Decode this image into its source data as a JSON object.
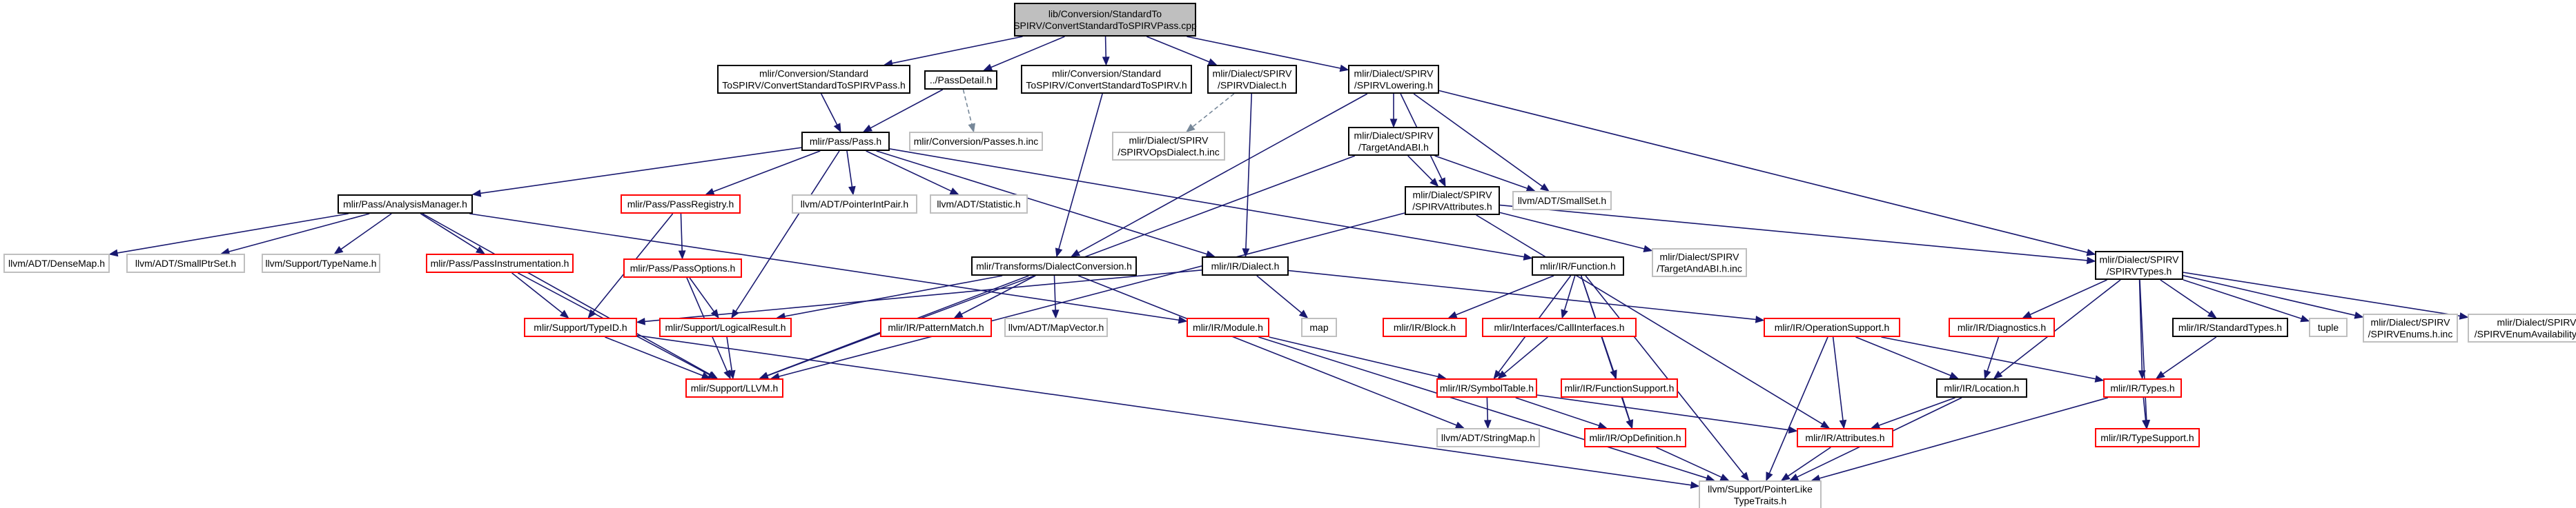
{
  "colors": {
    "root_fill": "#bfbfbf",
    "default_fill": "#ffffff",
    "text": "#000000",
    "border_plain": "#000000",
    "border_missing": "#bfbfbf",
    "border_red": "#ff0000",
    "edge": "#191970",
    "edge_dashed": "#778899"
  },
  "nodes": [
    {
      "id": "root",
      "lines": [
        "lib/Conversion/StandardTo",
        "SPIRV/ConvertStandardToSPIRVPass.cpp"
      ],
      "style": "root"
    },
    {
      "id": "cstspirvpass",
      "lines": [
        "mlir/Conversion/Standard",
        "ToSPIRV/ConvertStandardToSPIRVPass.h"
      ],
      "style": "plain"
    },
    {
      "id": "passdetail",
      "lines": [
        "../PassDetail.h"
      ],
      "style": "plain"
    },
    {
      "id": "cstspirv",
      "lines": [
        "mlir/Conversion/Standard",
        "ToSPIRV/ConvertStandardToSPIRV.h"
      ],
      "style": "plain"
    },
    {
      "id": "spirvdialect",
      "lines": [
        "mlir/Dialect/SPIRV",
        "/SPIRVDialect.h"
      ],
      "style": "plain"
    },
    {
      "id": "spirvlowering",
      "lines": [
        "mlir/Dialect/SPIRV",
        "/SPIRVLowering.h"
      ],
      "style": "plain"
    },
    {
      "id": "pass",
      "lines": [
        "mlir/Pass/Pass.h"
      ],
      "style": "plain"
    },
    {
      "id": "passes_inc",
      "lines": [
        "mlir/Conversion/Passes.h.inc"
      ],
      "style": "missing"
    },
    {
      "id": "spirvops_inc",
      "lines": [
        "mlir/Dialect/SPIRV",
        "/SPIRVOpsDialect.h.inc"
      ],
      "style": "missing"
    },
    {
      "id": "targetandabi",
      "lines": [
        "mlir/Dialect/SPIRV",
        "/TargetAndABI.h"
      ],
      "style": "plain"
    },
    {
      "id": "analysismgr",
      "lines": [
        "mlir/Pass/AnalysisManager.h"
      ],
      "style": "plain"
    },
    {
      "id": "passregistry",
      "lines": [
        "mlir/Pass/PassRegistry.h"
      ],
      "style": "red"
    },
    {
      "id": "pointerintpair",
      "lines": [
        "llvm/ADT/PointerIntPair.h"
      ],
      "style": "missing"
    },
    {
      "id": "statistic",
      "lines": [
        "llvm/ADT/Statistic.h"
      ],
      "style": "missing"
    },
    {
      "id": "spirvattributes",
      "lines": [
        "mlir/Dialect/SPIRV",
        "/SPIRVAttributes.h"
      ],
      "style": "plain"
    },
    {
      "id": "smallset",
      "lines": [
        "llvm/ADT/SmallSet.h"
      ],
      "style": "missing"
    },
    {
      "id": "targetandabi_inc",
      "lines": [
        "mlir/Dialect/SPIRV",
        "/TargetAndABI.h.inc"
      ],
      "style": "missing"
    },
    {
      "id": "spirvtypes",
      "lines": [
        "mlir/Dialect/SPIRV",
        "/SPIRVTypes.h"
      ],
      "style": "plain"
    },
    {
      "id": "densemap",
      "lines": [
        "llvm/ADT/DenseMap.h"
      ],
      "style": "missing"
    },
    {
      "id": "smallptrset",
      "lines": [
        "llvm/ADT/SmallPtrSet.h"
      ],
      "style": "missing"
    },
    {
      "id": "typename",
      "lines": [
        "llvm/Support/TypeName.h"
      ],
      "style": "missing"
    },
    {
      "id": "passinstr",
      "lines": [
        "mlir/Pass/PassInstrumentation.h"
      ],
      "style": "red"
    },
    {
      "id": "passoptions",
      "lines": [
        "mlir/Pass/PassOptions.h"
      ],
      "style": "red"
    },
    {
      "id": "dialectconv",
      "lines": [
        "mlir/Transforms/DialectConversion.h"
      ],
      "style": "plain"
    },
    {
      "id": "irdialect",
      "lines": [
        "mlir/IR/Dialect.h"
      ],
      "style": "plain"
    },
    {
      "id": "function",
      "lines": [
        "mlir/IR/Function.h"
      ],
      "style": "plain"
    },
    {
      "id": "typeid",
      "lines": [
        "mlir/Support/TypeID.h"
      ],
      "style": "red"
    },
    {
      "id": "logicalresult",
      "lines": [
        "mlir/Support/LogicalResult.h"
      ],
      "style": "red"
    },
    {
      "id": "patternmatch",
      "lines": [
        "mlir/IR/PatternMatch.h"
      ],
      "style": "red"
    },
    {
      "id": "mapvector",
      "lines": [
        "llvm/ADT/MapVector.h"
      ],
      "style": "missing"
    },
    {
      "id": "module",
      "lines": [
        "mlir/IR/Module.h"
      ],
      "style": "red"
    },
    {
      "id": "map",
      "lines": [
        "map"
      ],
      "style": "missing"
    },
    {
      "id": "block",
      "lines": [
        "mlir/IR/Block.h"
      ],
      "style": "red"
    },
    {
      "id": "callinterfaces",
      "lines": [
        "mlir/Interfaces/CallInterfaces.h"
      ],
      "style": "red"
    },
    {
      "id": "opsupport",
      "lines": [
        "mlir/IR/OperationSupport.h"
      ],
      "style": "red"
    },
    {
      "id": "diagnostics",
      "lines": [
        "mlir/IR/Diagnostics.h"
      ],
      "style": "red"
    },
    {
      "id": "standardtypes",
      "lines": [
        "mlir/IR/StandardTypes.h"
      ],
      "style": "plain"
    },
    {
      "id": "tuple",
      "lines": [
        "tuple"
      ],
      "style": "missing"
    },
    {
      "id": "spirvenums_inc",
      "lines": [
        "mlir/Dialect/SPIRV",
        "/SPIRVEnums.h.inc"
      ],
      "style": "missing"
    },
    {
      "id": "spirvenumavail_inc",
      "lines": [
        "mlir/Dialect/SPIRV",
        "/SPIRVEnumAvailability.h.inc"
      ],
      "style": "missing"
    },
    {
      "id": "llvmh",
      "lines": [
        "mlir/Support/LLVM.h"
      ],
      "style": "red"
    },
    {
      "id": "symboltable",
      "lines": [
        "mlir/IR/SymbolTable.h"
      ],
      "style": "red"
    },
    {
      "id": "functionsupport",
      "lines": [
        "mlir/IR/FunctionSupport.h"
      ],
      "style": "red"
    },
    {
      "id": "location",
      "lines": [
        "mlir/IR/Location.h"
      ],
      "style": "plain"
    },
    {
      "id": "irtypes",
      "lines": [
        "mlir/IR/Types.h"
      ],
      "style": "red"
    },
    {
      "id": "stringmap",
      "lines": [
        "llvm/ADT/StringMap.h"
      ],
      "style": "missing"
    },
    {
      "id": "opdefinition",
      "lines": [
        "mlir/IR/OpDefinition.h"
      ],
      "style": "red"
    },
    {
      "id": "attributes",
      "lines": [
        "mlir/IR/Attributes.h"
      ],
      "style": "red"
    },
    {
      "id": "typesupport",
      "lines": [
        "mlir/IR/TypeSupport.h"
      ],
      "style": "red"
    },
    {
      "id": "pointerlike",
      "lines": [
        "llvm/Support/PointerLike",
        "TypeTraits.h"
      ],
      "style": "missing"
    }
  ],
  "edges": [
    [
      "root",
      "cstspirvpass"
    ],
    [
      "root",
      "passdetail"
    ],
    [
      "root",
      "cstspirv"
    ],
    [
      "root",
      "spirvdialect"
    ],
    [
      "root",
      "spirvlowering"
    ],
    [
      "cstspirvpass",
      "pass"
    ],
    [
      "passdetail",
      "pass"
    ],
    [
      "passdetail",
      "passes_inc"
    ],
    [
      "cstspirv",
      "dialectconv"
    ],
    [
      "spirvdialect",
      "spirvops_inc"
    ],
    [
      "spirvdialect",
      "irdialect"
    ],
    [
      "spirvlowering",
      "dialectconv"
    ],
    [
      "spirvlowering",
      "targetandabi"
    ],
    [
      "spirvlowering",
      "spirvattributes"
    ],
    [
      "spirvlowering",
      "smallset"
    ],
    [
      "spirvlowering",
      "spirvtypes"
    ],
    [
      "pass",
      "analysismgr"
    ],
    [
      "pass",
      "passregistry"
    ],
    [
      "pass",
      "pointerintpair"
    ],
    [
      "pass",
      "statistic"
    ],
    [
      "pass",
      "irdialect"
    ],
    [
      "pass",
      "function"
    ],
    [
      "pass",
      "logicalresult"
    ],
    [
      "targetandabi",
      "spirvattributes"
    ],
    [
      "targetandabi",
      "smallset"
    ],
    [
      "targetandabi",
      "llvmh"
    ],
    [
      "spirvattributes",
      "targetandabi_inc"
    ],
    [
      "spirvattributes",
      "spirvtypes"
    ],
    [
      "spirvattributes",
      "attributes"
    ],
    [
      "spirvattributes",
      "llvmh"
    ],
    [
      "analysismgr",
      "densemap"
    ],
    [
      "analysismgr",
      "smallptrset"
    ],
    [
      "analysismgr",
      "typename"
    ],
    [
      "analysismgr",
      "passinstr"
    ],
    [
      "analysismgr",
      "module"
    ],
    [
      "analysismgr",
      "llvmh"
    ],
    [
      "passregistry",
      "passoptions"
    ],
    [
      "passregistry",
      "typeid"
    ],
    [
      "passinstr",
      "typeid"
    ],
    [
      "passinstr",
      "llvmh"
    ],
    [
      "passoptions",
      "logicalresult"
    ],
    [
      "passoptions",
      "llvmh"
    ],
    [
      "dialectconv",
      "patternmatch"
    ],
    [
      "dialectconv",
      "mapvector"
    ],
    [
      "dialectconv",
      "logicalresult"
    ],
    [
      "dialectconv",
      "stringmap"
    ],
    [
      "dialectconv",
      "llvmh"
    ],
    [
      "irdialect",
      "map"
    ],
    [
      "irdialect",
      "typeid"
    ],
    [
      "irdialect",
      "opsupport"
    ],
    [
      "function",
      "block"
    ],
    [
      "function",
      "callinterfaces"
    ],
    [
      "function",
      "symboltable"
    ],
    [
      "function",
      "functionsupport"
    ],
    [
      "function",
      "opdefinition"
    ],
    [
      "function",
      "pointerlike"
    ],
    [
      "typeid",
      "llvmh"
    ],
    [
      "typeid",
      "pointerlike"
    ],
    [
      "logicalresult",
      "llvmh"
    ],
    [
      "module",
      "symboltable"
    ],
    [
      "module",
      "pointerlike"
    ],
    [
      "callinterfaces",
      "symboltable"
    ],
    [
      "opsupport",
      "location"
    ],
    [
      "opsupport",
      "irtypes"
    ],
    [
      "opsupport",
      "attributes"
    ],
    [
      "opsupport",
      "pointerlike"
    ],
    [
      "spirvtypes",
      "diagnostics"
    ],
    [
      "spirvtypes",
      "location"
    ],
    [
      "spirvtypes",
      "standardtypes"
    ],
    [
      "spirvtypes",
      "irtypes"
    ],
    [
      "spirvtypes",
      "tuple"
    ],
    [
      "spirvtypes",
      "spirvenums_inc"
    ],
    [
      "spirvtypes",
      "spirvenumavail_inc"
    ],
    [
      "spirvtypes",
      "typesupport"
    ],
    [
      "diagnostics",
      "location"
    ],
    [
      "standardtypes",
      "irtypes"
    ],
    [
      "symboltable",
      "opdefinition"
    ],
    [
      "symboltable",
      "attributes"
    ],
    [
      "symboltable",
      "stringmap"
    ],
    [
      "functionsupport",
      "opdefinition"
    ],
    [
      "opdefinition",
      "pointerlike"
    ],
    [
      "location",
      "attributes"
    ],
    [
      "location",
      "pointerlike"
    ],
    [
      "irtypes",
      "typesupport"
    ],
    [
      "irtypes",
      "pointerlike"
    ],
    [
      "attributes",
      "pointerlike"
    ]
  ],
  "dashed_edges": [
    [
      "passdetail",
      "passes_inc"
    ],
    [
      "spirvdialect",
      "spirvops_inc"
    ]
  ]
}
